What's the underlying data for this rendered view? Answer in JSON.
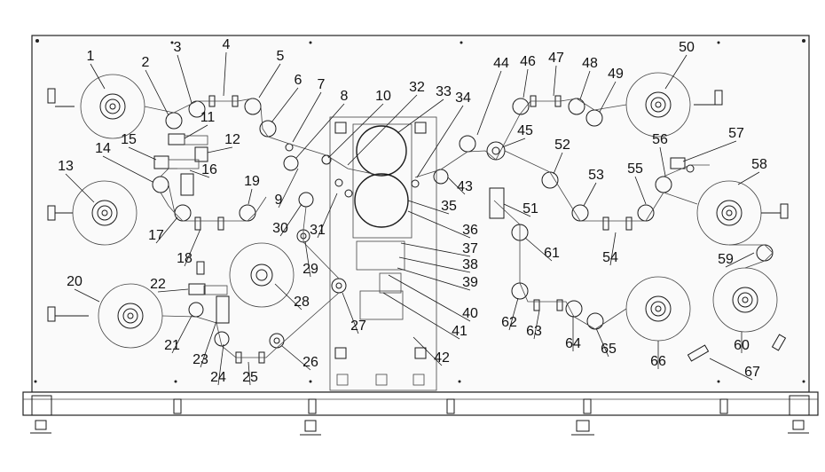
{
  "diagram": {
    "labels": [
      "1",
      "2",
      "3",
      "4",
      "5",
      "6",
      "7",
      "8",
      "10",
      "32",
      "33",
      "34",
      "44",
      "46",
      "47",
      "48",
      "49",
      "50",
      "11",
      "12",
      "15",
      "14",
      "16",
      "13",
      "19",
      "9",
      "17",
      "18",
      "45",
      "43",
      "35",
      "31",
      "30",
      "29",
      "36",
      "37",
      "51",
      "52",
      "53",
      "55",
      "56",
      "57",
      "58",
      "54",
      "59",
      "61",
      "38",
      "39",
      "40",
      "41",
      "42",
      "27",
      "28",
      "20",
      "22",
      "21",
      "23",
      "24",
      "25",
      "26",
      "62",
      "63",
      "64",
      "65",
      "66",
      "60",
      "67"
    ],
    "colors": {
      "line": "#1a1a1a",
      "frame": "#222222",
      "background": "#ffffff"
    }
  }
}
